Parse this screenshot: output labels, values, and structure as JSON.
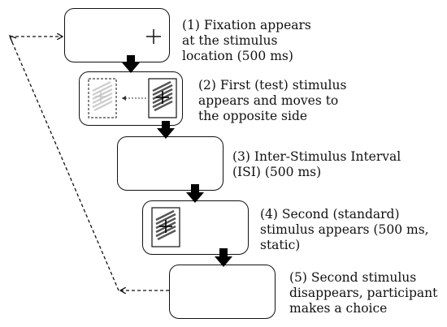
{
  "steps": [
    {
      "id": 1,
      "caption": "(1) Fixation appears\nat the stimulus\nlocation (500 ms)"
    },
    {
      "id": 2,
      "caption": "(2) First (test) stimulus\nappears and moves to\nthe opposite side"
    },
    {
      "id": 3,
      "caption": "(3) Inter-Stimulus Interval\n(ISI) (500 ms)"
    },
    {
      "id": 4,
      "caption": "(4) Second (standard)\nstimulus appears (500 ms,\nstatic)"
    },
    {
      "id": 5,
      "caption": "(5) Second stimulus\ndisappears, participant\nmakes a choice"
    }
  ],
  "colors": {
    "line": "#111111",
    "stimulus_dark": "#555555",
    "stimulus_faded": "#cccccc",
    "arrow_fill": "#000000"
  },
  "icons": [
    "fixation-cross-icon",
    "grating-stimulus-icon",
    "faded-grating-icon",
    "down-arrow-icon",
    "dashed-loop-arrow-icon"
  ]
}
